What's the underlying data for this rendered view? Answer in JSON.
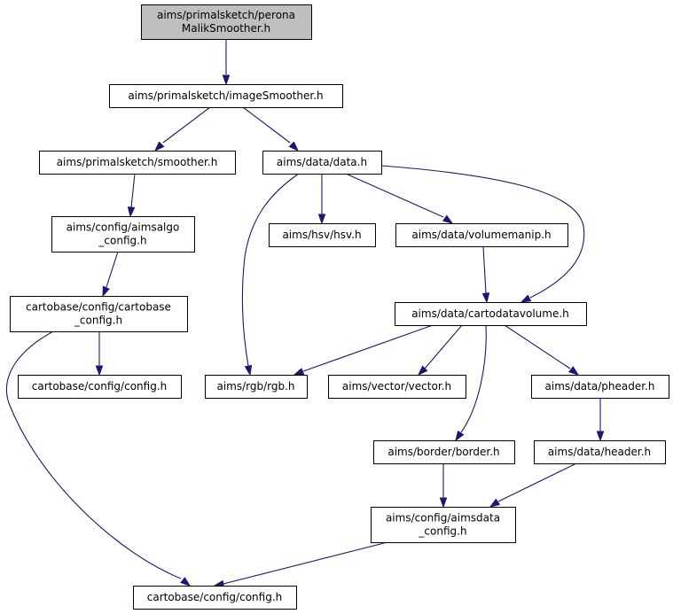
{
  "colors": {
    "edge": "#191970",
    "node_border": "#000000",
    "node_fill": "#ffffff",
    "root_fill": "#bfbfbf"
  },
  "nodes": [
    {
      "id": "n0",
      "lines": [
        "aims/primalsketch/perona",
        "MalikSmoother.h"
      ],
      "root": true
    },
    {
      "id": "n1",
      "lines": [
        "aims/primalsketch/imageSmoother.h"
      ]
    },
    {
      "id": "n2",
      "lines": [
        "aims/primalsketch/smoother.h"
      ]
    },
    {
      "id": "n3",
      "lines": [
        "aims/data/data.h"
      ]
    },
    {
      "id": "n4",
      "lines": [
        "aims/config/aimsalgo",
        "_config.h"
      ]
    },
    {
      "id": "n5",
      "lines": [
        "aims/hsv/hsv.h"
      ]
    },
    {
      "id": "n6",
      "lines": [
        "aims/data/volumemanip.h"
      ]
    },
    {
      "id": "n7",
      "lines": [
        "cartobase/config/cartobase",
        "_config.h"
      ]
    },
    {
      "id": "n8",
      "lines": [
        "aims/data/cartodatavolume.h"
      ]
    },
    {
      "id": "n9",
      "lines": [
        "cartobase/config/config.h"
      ]
    },
    {
      "id": "n10",
      "lines": [
        "aims/rgb/rgb.h"
      ]
    },
    {
      "id": "n11",
      "lines": [
        "aims/vector/vector.h"
      ]
    },
    {
      "id": "n12",
      "lines": [
        "aims/data/pheader.h"
      ]
    },
    {
      "id": "n13",
      "lines": [
        "aims/border/border.h"
      ]
    },
    {
      "id": "n14",
      "lines": [
        "aims/data/header.h"
      ]
    },
    {
      "id": "n15",
      "lines": [
        "aims/config/aimsdata",
        "_config.h"
      ]
    },
    {
      "id": "n16",
      "lines": [
        "cartobase/config/config.h"
      ]
    }
  ],
  "edges": [
    {
      "from": "n0",
      "to": "n1"
    },
    {
      "from": "n1",
      "to": "n2"
    },
    {
      "from": "n1",
      "to": "n3"
    },
    {
      "from": "n2",
      "to": "n4"
    },
    {
      "from": "n4",
      "to": "n7"
    },
    {
      "from": "n7",
      "to": "n9"
    },
    {
      "from": "n7",
      "to": "n16"
    },
    {
      "from": "n3",
      "to": "n10"
    },
    {
      "from": "n3",
      "to": "n5"
    },
    {
      "from": "n3",
      "to": "n6"
    },
    {
      "from": "n3",
      "to": "n8"
    },
    {
      "from": "n6",
      "to": "n8"
    },
    {
      "from": "n8",
      "to": "n10"
    },
    {
      "from": "n8",
      "to": "n11"
    },
    {
      "from": "n8",
      "to": "n13"
    },
    {
      "from": "n8",
      "to": "n12"
    },
    {
      "from": "n12",
      "to": "n14"
    },
    {
      "from": "n13",
      "to": "n15"
    },
    {
      "from": "n14",
      "to": "n15"
    },
    {
      "from": "n15",
      "to": "n16"
    }
  ]
}
